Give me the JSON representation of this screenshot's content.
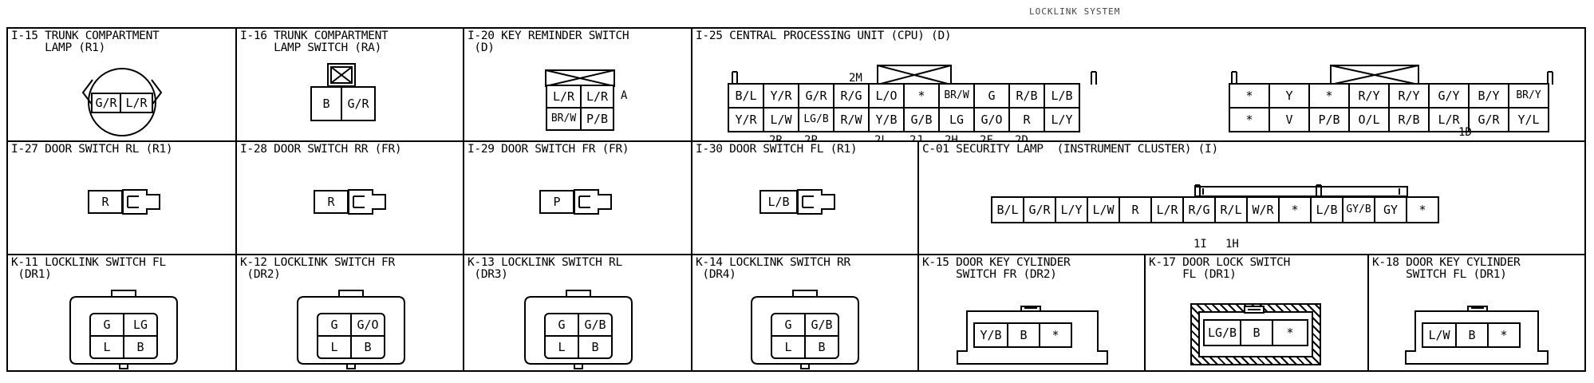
{
  "header_text": "LOCKLINK SYSTEM",
  "cells": {
    "i15": {
      "title": "I-15 TRUNK COMPARTMENT\n     LAMP (R1)",
      "pins": [
        "G/R",
        "L/R"
      ]
    },
    "i16": {
      "title": "I-16 TRUNK COMPARTMENT\n     LAMP SWITCH (RA)",
      "pins": [
        "B",
        "G/R"
      ]
    },
    "i20": {
      "title": "I-20 KEY REMINDER SWITCH\n (D)",
      "pins": [
        "L/R",
        "L/R",
        "BR/W",
        "P/B"
      ],
      "side_label": "A"
    },
    "i25": {
      "title": "I-25 CENTRAL PROCESSING UNIT (CPU) (D)",
      "label_2m": "2M",
      "left_top": [
        "B/L",
        "Y/R",
        "G/R",
        "R/G",
        "L/O",
        "*",
        "BR/W",
        "G",
        "R/B",
        "L/B"
      ],
      "left_bottom": [
        "Y/R",
        "L/W",
        "LG/B",
        "R/W",
        "Y/B",
        "G/B",
        "LG",
        "G/O",
        "R",
        "L/Y"
      ],
      "left_labels": [
        "2R",
        "2P",
        "2L",
        "2J",
        "2H",
        "2F",
        "2D"
      ],
      "right_top": [
        "*",
        "Y",
        "*",
        "R/Y",
        "R/Y",
        "G/Y",
        "B/Y",
        "BR/Y"
      ],
      "right_bottom": [
        "*",
        "V",
        "P/B",
        "O/L",
        "R/B",
        "L/R",
        "G/R",
        "Y/L"
      ],
      "right_label": "1D"
    },
    "i27": {
      "title": "I-27 DOOR SWITCH RL (R1)",
      "pin": "R"
    },
    "i28": {
      "title": "I-28 DOOR SWITCH RR (FR)",
      "pin": "R"
    },
    "i29": {
      "title": "I-29 DOOR SWITCH FR (FR)",
      "pin": "P"
    },
    "i30": {
      "title": "I-30 DOOR SWITCH FL (R1)",
      "pin": "L/B"
    },
    "c01": {
      "title": "C-01 SECURITY LAMP  (INSTRUMENT CLUSTER) (I)",
      "pins": [
        "B/L",
        "G/R",
        "L/Y",
        "L/W",
        "R",
        "L/R",
        "R/G",
        "R/L",
        "W/R",
        "*",
        "L/B",
        "GY/B",
        "GY",
        "*"
      ],
      "labels": [
        "1I",
        "1H"
      ]
    },
    "k11": {
      "title": "K-11 LOCKLINK SWITCH FL\n (DR1)",
      "pins": [
        "G",
        "LG",
        "L",
        "B"
      ]
    },
    "k12": {
      "title": "K-12 LOCKLINK SWITCH FR\n (DR2)",
      "pins": [
        "G",
        "G/O",
        "L",
        "B"
      ]
    },
    "k13": {
      "title": "K-13 LOCKLINK SWITCH RL\n (DR3)",
      "pins": [
        "G",
        "G/B",
        "L",
        "B"
      ]
    },
    "k14": {
      "title": "K-14 LOCKLINK SWITCH RR\n (DR4)",
      "pins": [
        "G",
        "G/B",
        "L",
        "B"
      ]
    },
    "k15": {
      "title": "K-15 DOOR KEY CYLINDER\n     SWITCH FR (DR2)",
      "pins": [
        "Y/B",
        "B",
        "*"
      ]
    },
    "k17": {
      "title": "K-17 DOOR LOCK SWITCH\n     FL (DR1)",
      "pins": [
        "LG/B",
        "B",
        "*"
      ]
    },
    "k18": {
      "title": "K-18 DOOR KEY CYLINDER\n     SWITCH FL (DR1)",
      "pins": [
        "L/W",
        "B",
        "*"
      ]
    }
  }
}
